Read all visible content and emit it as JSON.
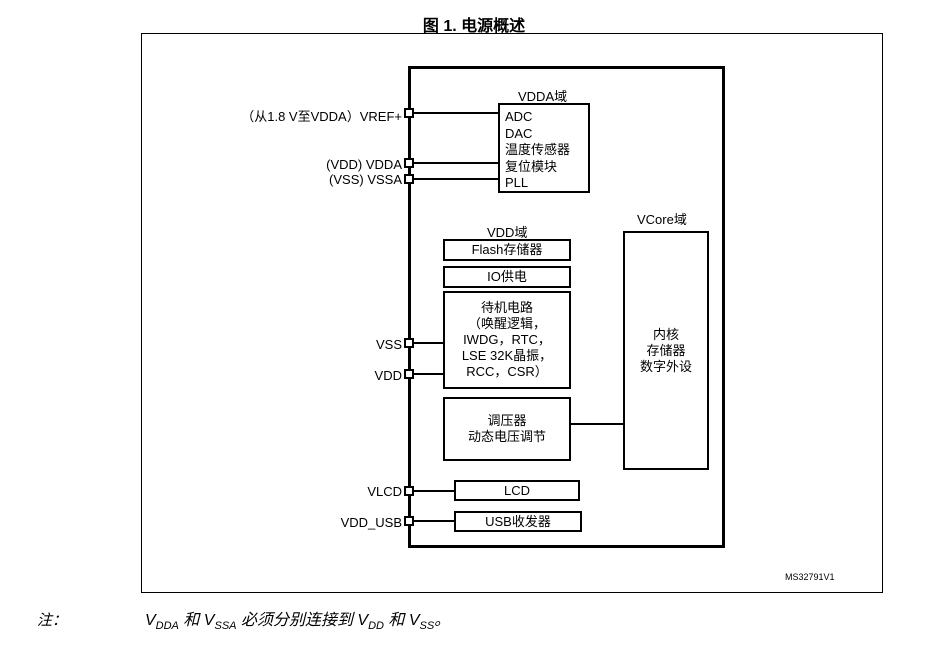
{
  "title": "图 1. 电源概述",
  "vdda_domain": {
    "label": "VDDA域",
    "items": [
      "ADC",
      "DAC",
      "温度传感器",
      "复位模块",
      "PLL"
    ]
  },
  "vdd_domain": {
    "label": "VDD域",
    "flash": "Flash存储器",
    "io_supply": "IO供电",
    "standby": [
      "待机电路",
      "（唤醒逻辑，",
      "IWDG，RTC，",
      "LSE 32K晶振，",
      "RCC，CSR）"
    ],
    "regulator": [
      "调压器",
      "动态电压调节"
    ]
  },
  "vcore_domain": {
    "label": "VCore域",
    "content": [
      "内核",
      "存储器",
      "数字外设"
    ]
  },
  "pins": {
    "vref": "（从1.8 V至VDDA）VREF+",
    "vdda": "(VDD) VDDA",
    "vssa": "(VSS) VSSA",
    "vss": "VSS",
    "vdd": "VDD",
    "vlcd": "VLCD",
    "vdd_usb": "VDD_USB"
  },
  "lcd": "LCD",
  "usb": "USB收发器",
  "ref_code": "MS32791V1",
  "note": {
    "label": "注：",
    "parts": {
      "v1": "V",
      "s1": "DDA",
      "t1": " 和 V",
      "s2": "SSA",
      "t2": " 必须分别连接到 V",
      "s3": "DD",
      "t3": " 和 V",
      "s4": "SS",
      "t4": "。"
    }
  }
}
